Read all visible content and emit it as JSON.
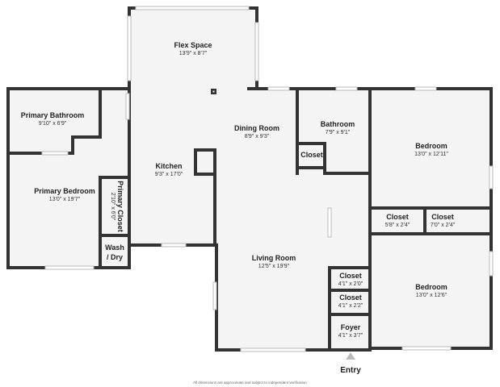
{
  "rooms": {
    "flex": {
      "name": "Flex Space",
      "dims": "13'9\" x 8'7\""
    },
    "dining": {
      "name": "Dining Room",
      "dims": "8'9\" x 9'3\""
    },
    "bath": {
      "name": "Bathroom",
      "dims": "7'9\" x 9'1\""
    },
    "bed1": {
      "name": "Bedroom",
      "dims": "13'0\" x 12'11\""
    },
    "pbath": {
      "name": "Primary Bathroom",
      "dims": "9'10\" x 6'9\""
    },
    "kitchen": {
      "name": "Kitchen",
      "dims": "9'3\" x 17'0\""
    },
    "pbed": {
      "name": "Primary Bedroom",
      "dims": "13'0\" x 19'7\""
    },
    "pcloset": {
      "name": "Primary Closet",
      "dims": "2'10\" x 6'0\""
    },
    "hallcloset": {
      "name": "Closet"
    },
    "closet1": {
      "name": "Closet",
      "dims": "5'8\" x 2'4\""
    },
    "closet2": {
      "name": "Closet",
      "dims": "7'0\" x 2'4\""
    },
    "wash": {
      "name1": "Wash",
      "name2": "/ Dry"
    },
    "living": {
      "name": "Living Room",
      "dims": "12'5\" x 19'9\""
    },
    "closet3": {
      "name": "Closet",
      "dims": "4'1\" x 2'0\""
    },
    "closet4": {
      "name": "Closet",
      "dims": "4'1\" x 2'2\""
    },
    "bed2": {
      "name": "Bedroom",
      "dims": "13'0\" x 12'6\""
    },
    "foyer": {
      "name": "Foyer",
      "dims": "4'1\" x 3'7\""
    }
  },
  "entry": "Entry",
  "footnote": "All dimensions are approximate and subject to independent verification.",
  "colors": {
    "wall": "#333333",
    "floor": "#f4f4f4",
    "window": "#dcdcdc"
  }
}
